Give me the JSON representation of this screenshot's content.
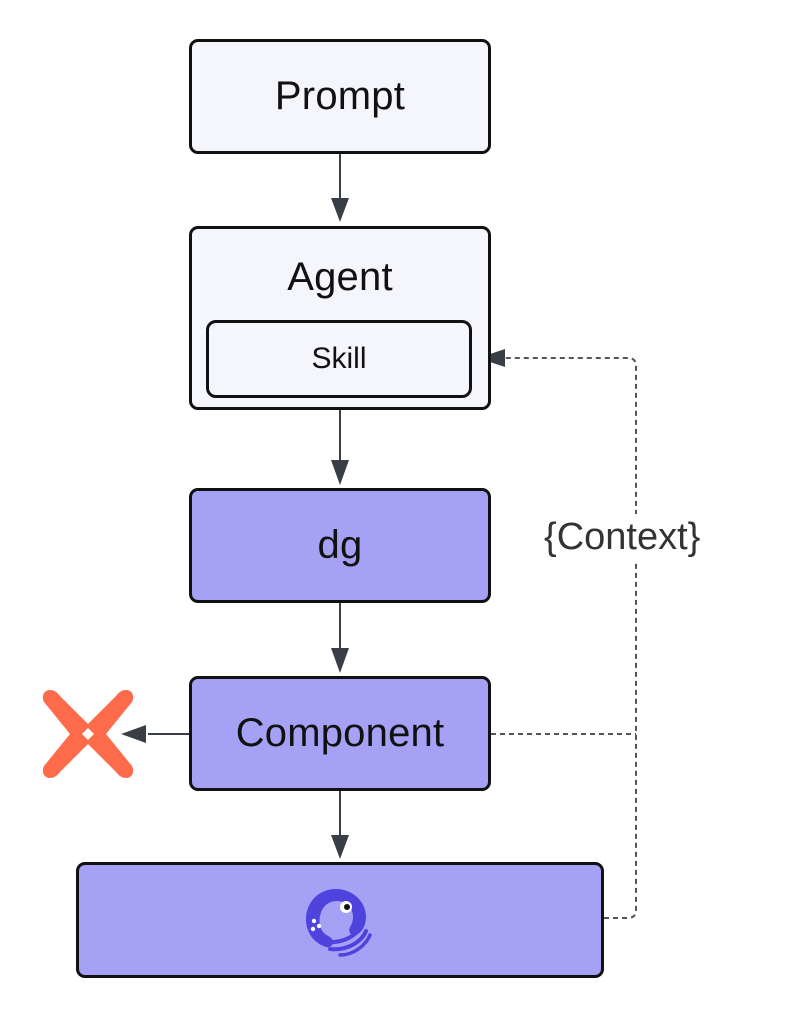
{
  "nodes": {
    "prompt": "Prompt",
    "agent": "Agent",
    "skill": "Skill",
    "dg": "dg",
    "component": "Component"
  },
  "edge_label": "{Context}",
  "icons": {
    "dbt": "dbt-logo-icon",
    "dagster": "dagster-octopus-icon"
  },
  "colors": {
    "light_fill": "#f5f5fc",
    "purple_fill": "#a5a2f6",
    "border": "#111111",
    "arrow": "#3a3f47",
    "dbt_orange": "#fe6b4b",
    "dagster_blue": "#4f43dd"
  }
}
